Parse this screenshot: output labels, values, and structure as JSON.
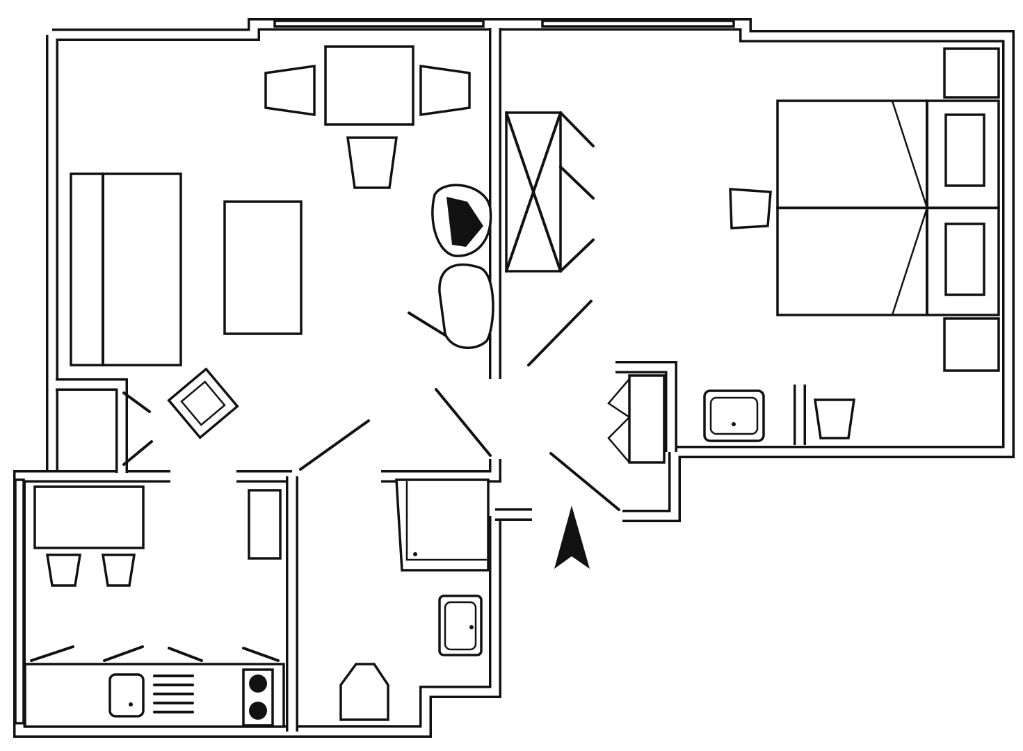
{
  "floor_plan": {
    "rooms": [
      "living-dining",
      "bedroom",
      "kitchen",
      "bathroom",
      "hallway"
    ],
    "colors": {
      "line": "#111111",
      "background": "#ffffff"
    },
    "icons": [
      "north-arrow-icon"
    ]
  }
}
